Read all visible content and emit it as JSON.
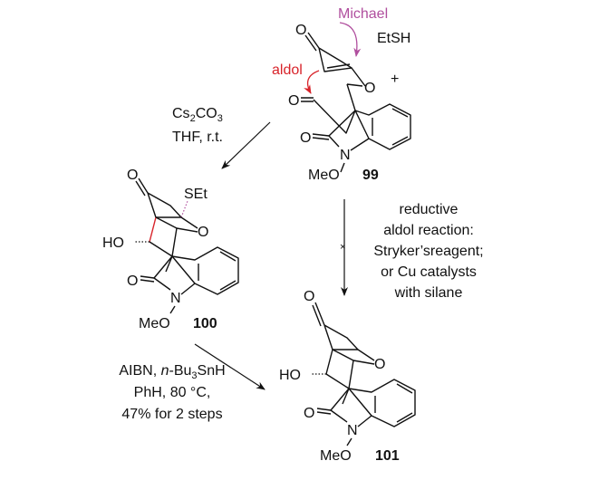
{
  "compounds": {
    "c99": {
      "label": "99",
      "atoms": {
        "ketone_o": "O",
        "ring_o": "O",
        "aldehyde_o": "O",
        "lactam_o": "O",
        "n": "N",
        "meo": "MeO"
      }
    },
    "c100": {
      "label": "100",
      "atoms": {
        "ketone_o": "O",
        "set": "SEt",
        "ring_o": "O",
        "ho": "HO",
        "lactam_o": "O",
        "n": "N",
        "meo": "MeO"
      }
    },
    "c101": {
      "label": "101",
      "atoms": {
        "ketone_o": "O",
        "ring_o": "O",
        "ho": "HO",
        "lactam_o": "O",
        "n": "N",
        "meo": "MeO"
      }
    }
  },
  "annotations": {
    "michael": "Michael",
    "aldol": "aldol",
    "ethanethiol": "EtSH",
    "plus": "+"
  },
  "step1": {
    "cs": "Cs",
    "sub1": "2",
    "co": "CO",
    "sub2": "3",
    "line2": "THF, r.t."
  },
  "step_failed": {
    "lines": [
      "reductive",
      "aldol reaction:",
      "Stryker’sreagent;",
      "or Cu catalysts",
      "with silane"
    ],
    "mark": "×"
  },
  "step2": {
    "aibn": "AIBN, ",
    "n": "n",
    "bu": "-Bu",
    "sub": "3",
    "snh": "SnH",
    "line2": "PhH, 80 °C,",
    "line3": "47% for 2 steps"
  },
  "colors": {
    "michael": "#b04f9e",
    "aldol": "#d8232a",
    "bond": "#111111"
  }
}
